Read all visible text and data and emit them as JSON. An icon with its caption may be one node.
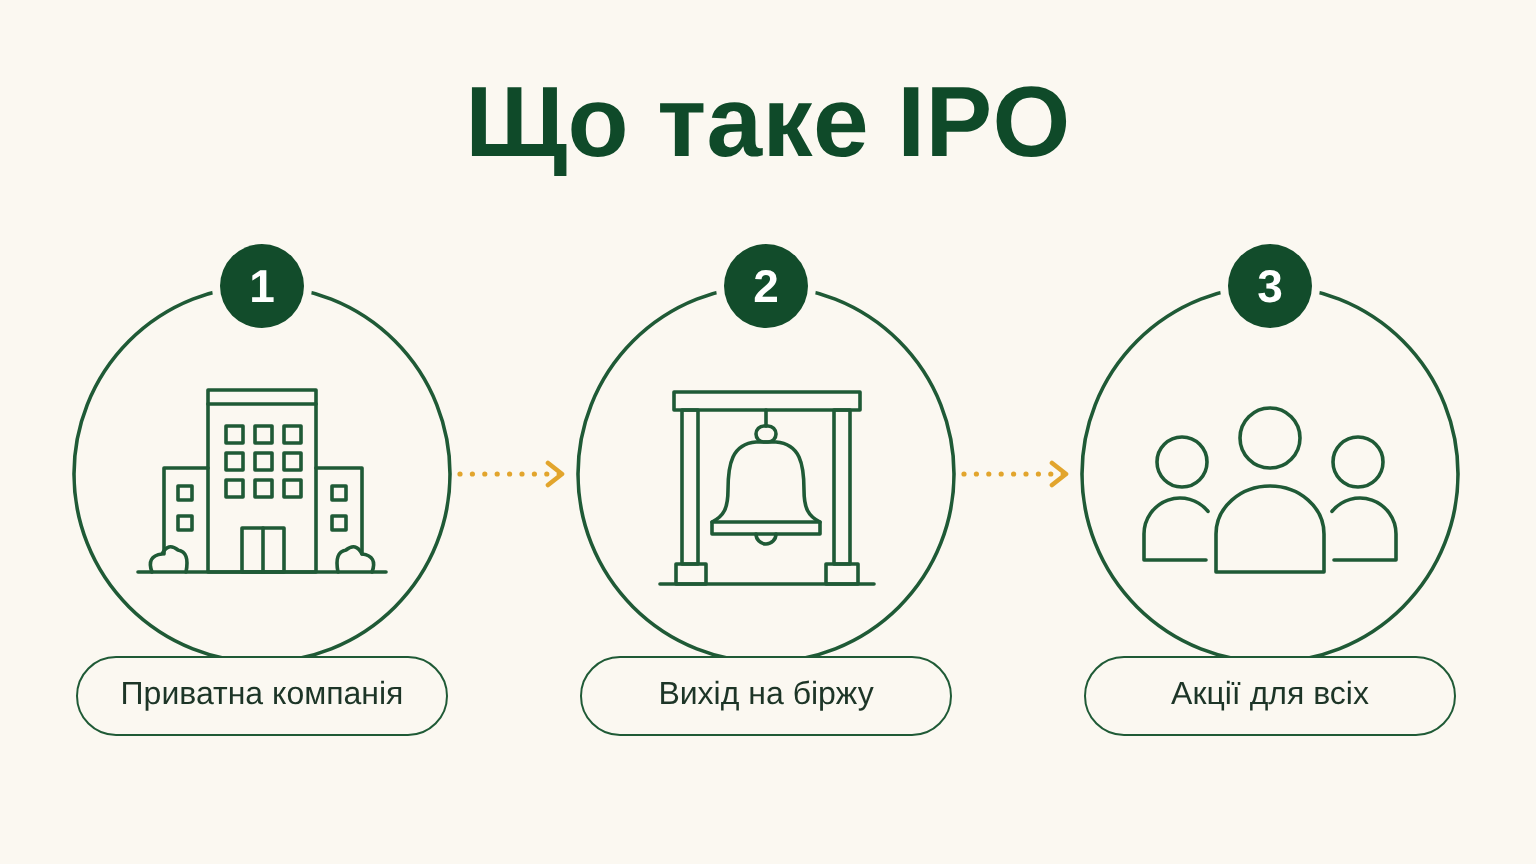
{
  "diagram": {
    "title": "Що таке IPO",
    "nodes": [
      {
        "text": [
          "1"
        ]
      },
      {
        "text": [],
        "shape": "circle"
      },
      {
        "text": [
          "Приватна компанія"
        ]
      },
      {
        "text": [
          "2"
        ]
      },
      {
        "text": [],
        "shape": "circle"
      },
      {
        "text": [
          "Вихід на біржу"
        ]
      },
      {
        "text": [
          "3"
        ]
      },
      {
        "text": [],
        "shape": "circle"
      },
      {
        "text": [
          "Акції для всіх"
        ]
      }
    ],
    "edges": [
      {
        "from": 1,
        "to": 4,
        "arrow": "to",
        "style": "dashed"
      },
      {
        "from": 4,
        "to": 7,
        "arrow": "to",
        "style": "dashed"
      }
    ]
  }
}
